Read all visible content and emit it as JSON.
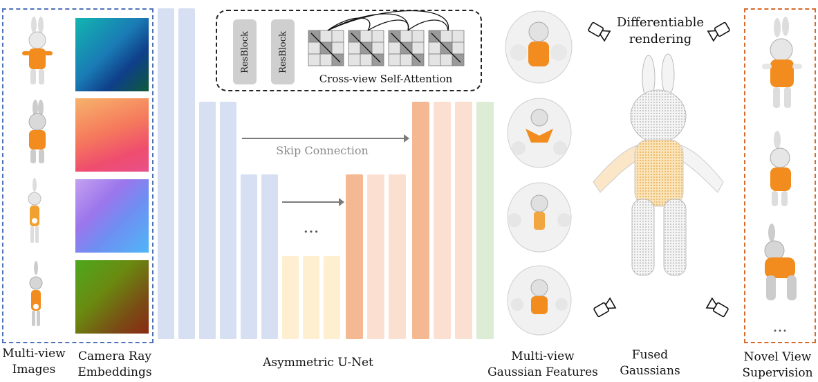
{
  "labels": {
    "multiview_images": [
      "Multi-view",
      "Images"
    ],
    "camera_ray": [
      "Camera Ray",
      "Embeddings"
    ],
    "unet": "Asymmetric U-Net",
    "skip": "Skip Connection",
    "ellipsis": "...",
    "resblock": "ResBlock",
    "attention": "Cross-view Self-Attention",
    "gaussian_features": [
      "Multi-view",
      "Gaussian Features"
    ],
    "fused": [
      "Fused",
      "Gaussians"
    ],
    "diff_render": [
      "Differentiable",
      "rendering"
    ],
    "novel_view": [
      "Novel View",
      "Supervision"
    ],
    "novel_ellipsis": "..."
  },
  "icons": [
    "camera-icon",
    "camera-icon",
    "camera-icon",
    "camera-icon"
  ],
  "colors": {
    "encoder_blue": "#d6e0f2",
    "bottleneck_yellow": "#fdefd0",
    "decoder_orange_dark": "#f4b892",
    "decoder_orange_light": "#fbe0d2",
    "output_green": "#dcecd5",
    "box_blue": "#4d72b8",
    "box_orange": "#d66a2a",
    "bunny_orange": "#f28c1e"
  }
}
